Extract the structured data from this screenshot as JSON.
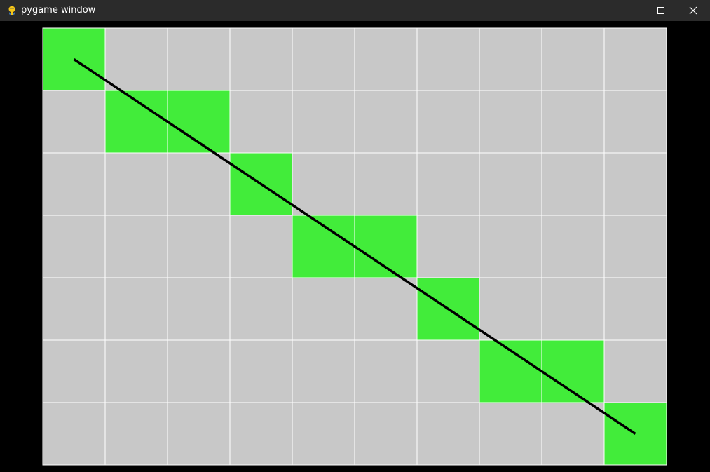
{
  "window": {
    "title": "pygame window",
    "icon": "pygame-snake-icon",
    "controls": {
      "minimize_icon": "minimize-icon",
      "maximize_icon": "maximize-icon",
      "close_icon": "close-icon"
    }
  },
  "grid": {
    "columns": 10,
    "rows": 7,
    "cell_color": "#c8c8c8",
    "highlight_color": "#42ec3a",
    "grid_line_color": "#ffffff",
    "background_color": "#000000",
    "line_color": "#000000",
    "highlighted_cells": [
      [
        0,
        0
      ],
      [
        1,
        1
      ],
      [
        2,
        1
      ],
      [
        3,
        2
      ],
      [
        4,
        3
      ],
      [
        5,
        3
      ],
      [
        6,
        4
      ],
      [
        7,
        5
      ],
      [
        8,
        5
      ],
      [
        9,
        6
      ]
    ],
    "line": {
      "from_cell": [
        0,
        0
      ],
      "to_cell": [
        9,
        6
      ]
    }
  }
}
